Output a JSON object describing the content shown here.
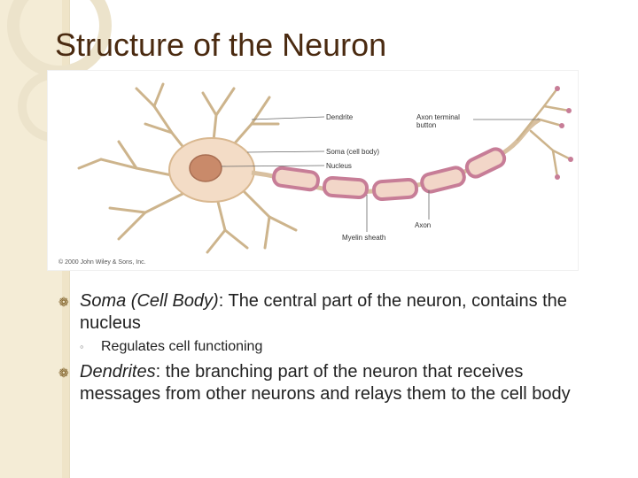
{
  "slide": {
    "title": "Structure of the Neuron"
  },
  "diagram": {
    "credit": "© 2000 John Wiley & Sons, Inc.",
    "labels": {
      "dendrite": "Dendrite",
      "axon_terminal": "Axon terminal button",
      "soma": "Soma (cell body)",
      "nucleus": "Nucleus",
      "myelin": "Myelin sheath",
      "axon": "Axon"
    }
  },
  "bullets": [
    {
      "term": "Soma (Cell Body)",
      "text": ": The central part of the neuron, contains the nucleus",
      "sub": "Regulates cell functioning"
    },
    {
      "term": "Dendrites",
      "text": ": the branching part of the neuron that receives messages from other neurons and relays them to the cell body"
    }
  ],
  "colors": {
    "title": "#4a2a10",
    "soma": "#f3dcc6",
    "nucleus": "#c98a6a",
    "myelin": "#c77d97",
    "axon": "#d8c0a0"
  }
}
